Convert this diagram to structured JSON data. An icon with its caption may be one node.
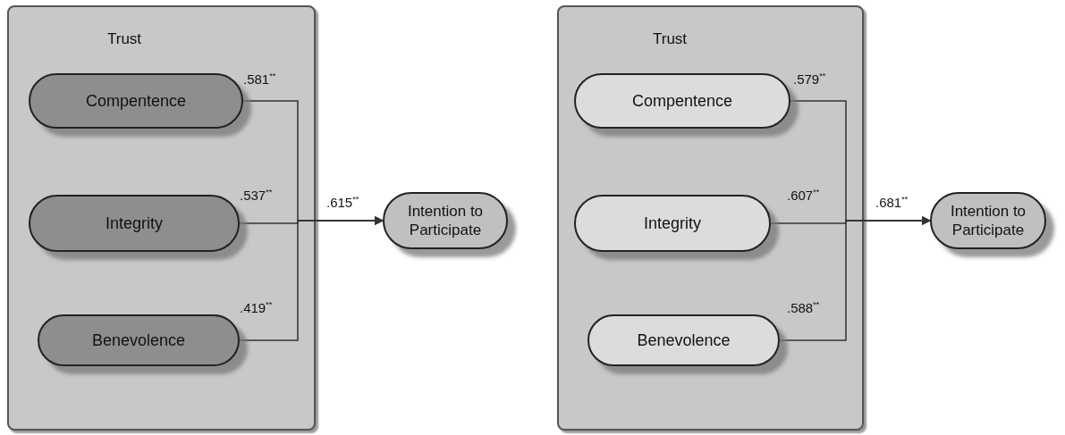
{
  "diagram": {
    "nodes": [
      {
        "text": [
          "Trust"
        ]
      },
      {
        "text": [
          "Compentence"
        ],
        "in": 0
      },
      {
        "text": [
          "Integrity"
        ],
        "in": 0
      },
      {
        "text": [
          "Benevolence"
        ],
        "in": 0
      },
      {
        "text": [
          "Intention to Participate"
        ]
      },
      {
        "text": [
          "Trust"
        ]
      },
      {
        "text": [
          "Compentence"
        ],
        "in": 5
      },
      {
        "text": [
          "Integrity"
        ],
        "in": 5
      },
      {
        "text": [
          "Benevolence"
        ],
        "in": 5
      },
      {
        "text": [
          "Intention to Participate"
        ]
      }
    ],
    "edges": [
      {
        "from": 1,
        "to": 4,
        "arrow": "to",
        "label": ".581$^{**}$"
      },
      {
        "from": 2,
        "to": 4,
        "arrow": "to",
        "label": ".537$^{**}$"
      },
      {
        "from": 3,
        "to": 4,
        "arrow": "to",
        "label": ".419$^{**}$"
      },
      {
        "from": 6,
        "to": 9,
        "arrow": "to",
        "label": ".579$^{**}$"
      },
      {
        "from": 7,
        "to": 9,
        "arrow": "to",
        "label": ".607$^{**}$"
      },
      {
        "from": 8,
        "to": 9,
        "arrow": "to",
        "label": ".588$^{**}$"
      }
    ],
    "labels": [
      ".615$^{**}$",
      ".681$^{**}$"
    ]
  }
}
